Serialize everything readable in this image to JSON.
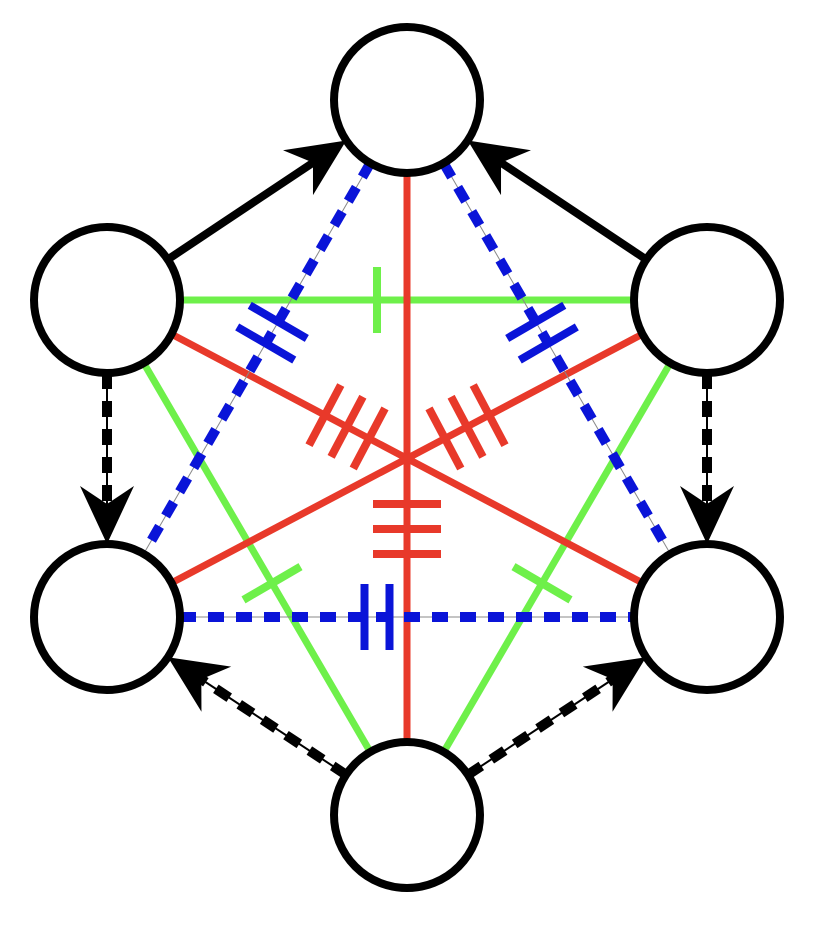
{
  "colors": {
    "node_stroke": "#000000",
    "node_fill": "#ffffff",
    "red": "#e8392a",
    "green": "#6ef04a",
    "blue": "#0a14d8",
    "black": "#000000"
  },
  "nodes": [
    "top",
    "upper-left",
    "upper-right",
    "lower-left",
    "lower-right",
    "bottom"
  ],
  "edges": [
    {
      "id": "e1",
      "from": "upper-left",
      "to": "upper-right",
      "color": "green",
      "style": "solid",
      "ticks": 1,
      "arrow": false
    },
    {
      "id": "e2",
      "from": "upper-left",
      "to": "bottom",
      "color": "green",
      "style": "solid",
      "ticks": 1,
      "arrow": false
    },
    {
      "id": "e3",
      "from": "upper-right",
      "to": "bottom",
      "color": "green",
      "style": "solid",
      "ticks": 1,
      "arrow": false
    },
    {
      "id": "e4",
      "from": "top",
      "to": "bottom",
      "color": "red",
      "style": "solid",
      "ticks": 3,
      "arrow": false
    },
    {
      "id": "e5",
      "from": "upper-left",
      "to": "lower-right",
      "color": "red",
      "style": "solid",
      "ticks": 3,
      "arrow": false
    },
    {
      "id": "e6",
      "from": "upper-right",
      "to": "lower-left",
      "color": "red",
      "style": "solid",
      "ticks": 3,
      "arrow": false
    },
    {
      "id": "e7",
      "from": "top",
      "to": "lower-left",
      "color": "blue",
      "style": "dashed",
      "ticks": 2,
      "arrow": false
    },
    {
      "id": "e8",
      "from": "top",
      "to": "lower-right",
      "color": "blue",
      "style": "dashed",
      "ticks": 2,
      "arrow": false
    },
    {
      "id": "e9",
      "from": "lower-left",
      "to": "lower-right",
      "color": "blue",
      "style": "dashed",
      "ticks": 2,
      "arrow": false
    },
    {
      "id": "e10",
      "from": "upper-left",
      "to": "top",
      "color": "black",
      "style": "solid",
      "ticks": 0,
      "arrow": true
    },
    {
      "id": "e11",
      "from": "upper-right",
      "to": "top",
      "color": "black",
      "style": "solid",
      "ticks": 0,
      "arrow": true
    },
    {
      "id": "e12",
      "from": "upper-left",
      "to": "lower-left",
      "color": "black",
      "style": "dashed",
      "ticks": 0,
      "arrow": true
    },
    {
      "id": "e13",
      "from": "upper-right",
      "to": "lower-right",
      "color": "black",
      "style": "dashed",
      "ticks": 0,
      "arrow": true
    },
    {
      "id": "e14",
      "from": "bottom",
      "to": "lower-left",
      "color": "black",
      "style": "dashed",
      "ticks": 0,
      "arrow": true
    },
    {
      "id": "e15",
      "from": "bottom",
      "to": "lower-right",
      "color": "black",
      "style": "dashed",
      "ticks": 0,
      "arrow": true
    }
  ]
}
